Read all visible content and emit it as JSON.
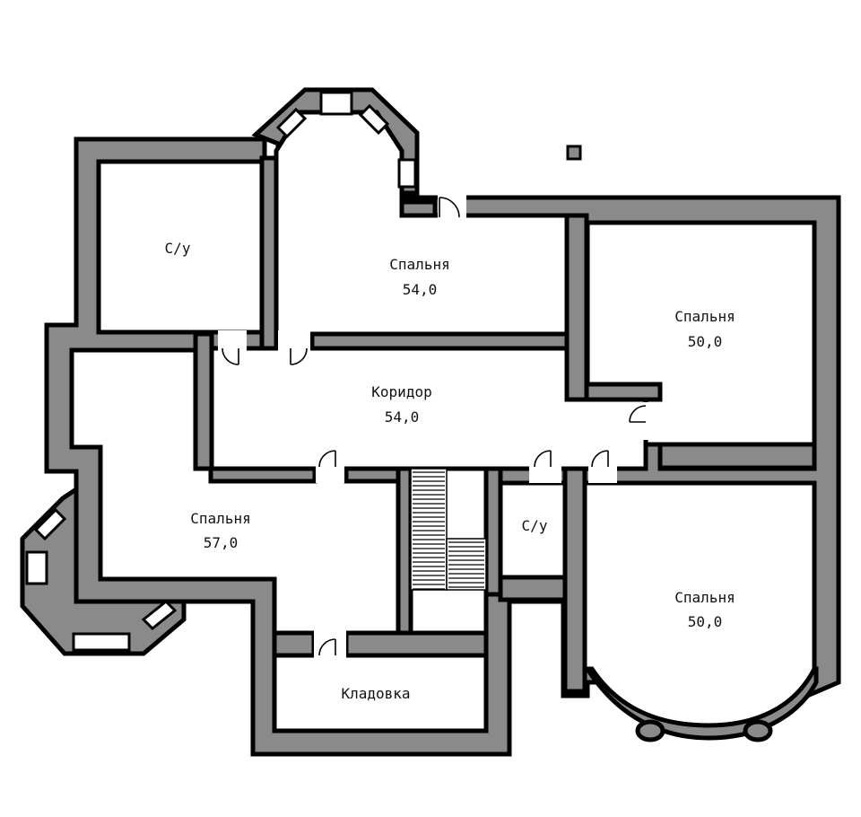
{
  "rooms": [
    {
      "name": "С/у",
      "area": ""
    },
    {
      "name": "Спальня",
      "area": "54,0"
    },
    {
      "name": "Спальня",
      "area": "50,0"
    },
    {
      "name": "Коридор",
      "area": "54,0"
    },
    {
      "name": "Спальня",
      "area": "57,0"
    },
    {
      "name": "С/у",
      "area": ""
    },
    {
      "name": "Спальня",
      "area": "50,0"
    },
    {
      "name": "Кладовка",
      "area": ""
    }
  ],
  "colors": {
    "wall": "#8a8a8a",
    "outline": "#000000",
    "background": "#ffffff"
  }
}
